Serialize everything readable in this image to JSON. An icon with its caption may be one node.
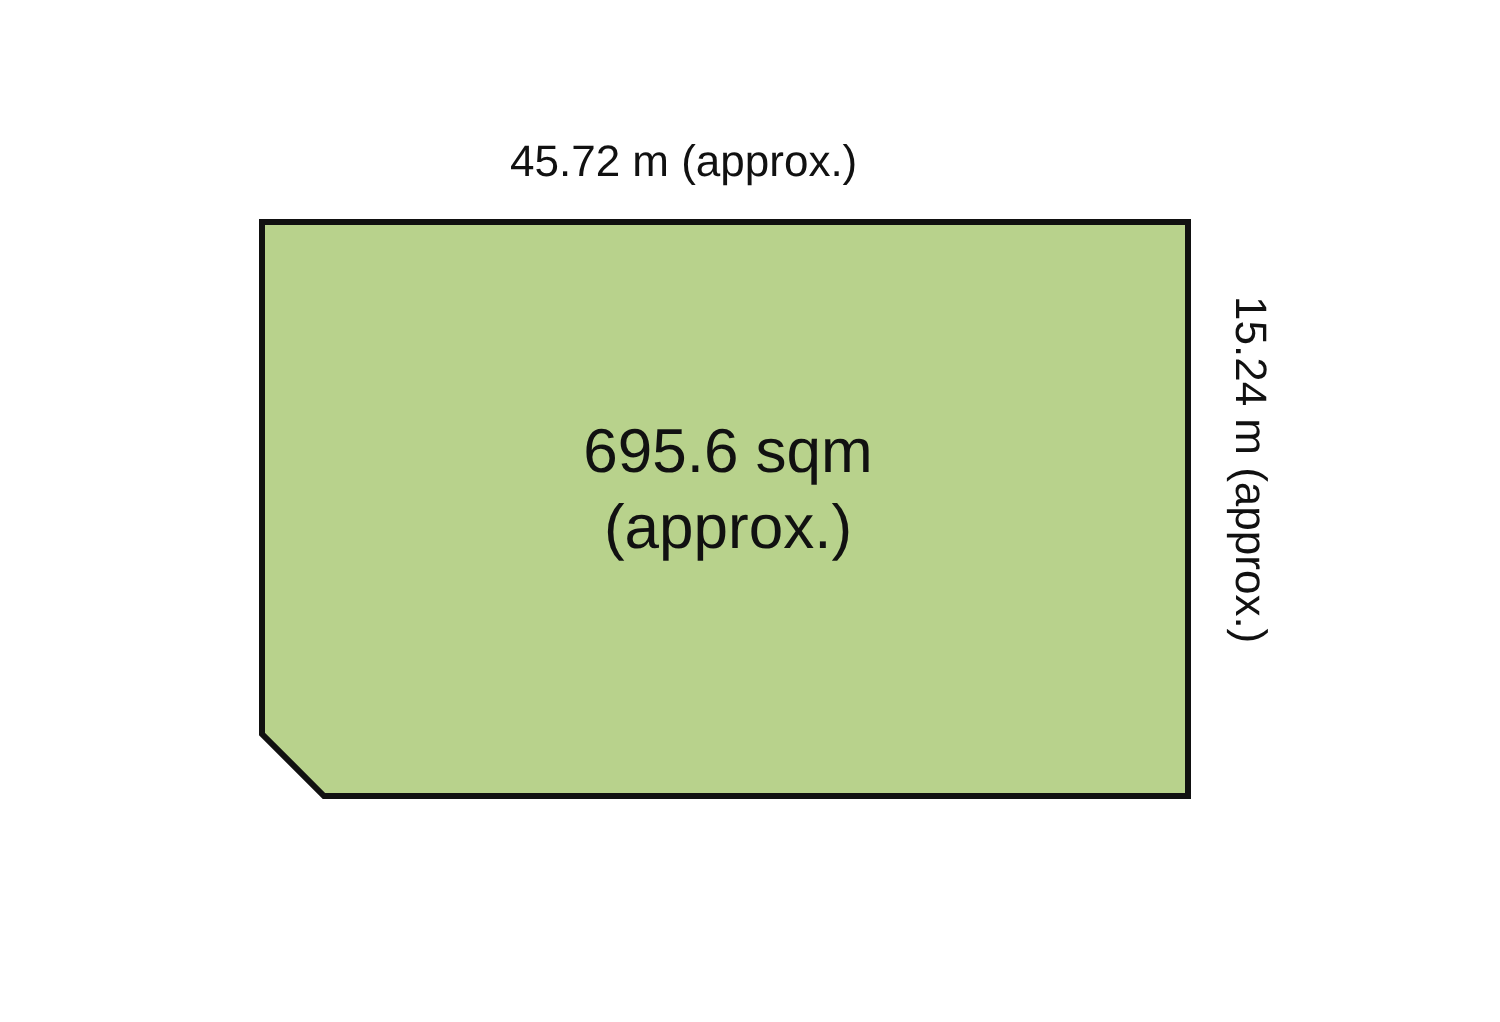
{
  "diagram": {
    "nodes": [
      {
        "text": [
          "695.6 sqm (approx.)"
        ]
      }
    ],
    "labels": [
      "45.72 m (approx.)",
      "15.24 m (approx.)"
    ]
  }
}
